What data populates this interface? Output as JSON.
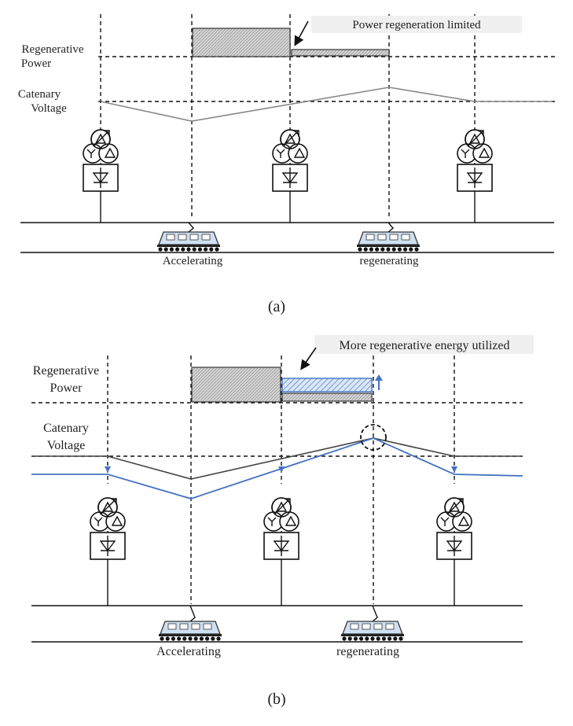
{
  "panel_a": {
    "label_regen_line1": "Regenerative",
    "label_regen_line2": "Power",
    "label_cat_line1": "Catenary",
    "label_cat_line2": "Voltage",
    "annotation": "Power regeneration limited",
    "train_left": "Accelerating",
    "train_right": "regenerating",
    "caption": "(a)"
  },
  "panel_b": {
    "label_regen_line1": "Regenerative",
    "label_regen_line2": "Power",
    "label_cat_line1": "Catenary",
    "label_cat_line2": "Voltage",
    "annotation": "More regenerative energy utilized",
    "train_left": "Accelerating",
    "train_right": "regenerating",
    "caption": "(b)"
  },
  "colors": {
    "line_dark": "#444444",
    "line_grey": "#888888",
    "line_blue": "#4472c4",
    "fill_hatch": "#c8c8c8",
    "fill_blue_light": "#cfe0f3"
  },
  "icons": [
    "substation-transformer-icon",
    "rectifier-diode-icon",
    "train-icon",
    "arrow-up-icon",
    "arrow-down-icon"
  ]
}
